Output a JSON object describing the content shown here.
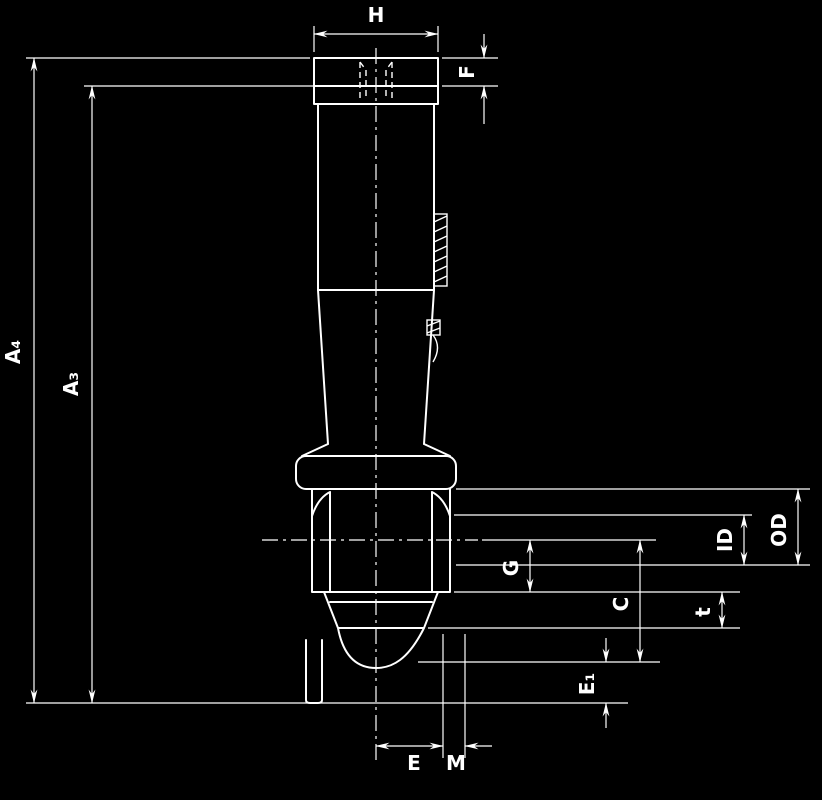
{
  "colors": {
    "background": "#000000",
    "line": "#ffffff"
  },
  "labels": {
    "H": "H",
    "F": "F",
    "A4": "A₄",
    "A3": "A₃",
    "OD": "OD",
    "ID": "ID",
    "G": "G",
    "C": "C",
    "t": "t",
    "E1": "E₁",
    "E": "E",
    "M": "M"
  }
}
